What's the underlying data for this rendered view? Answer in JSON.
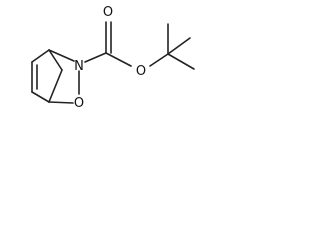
{
  "molecule": {
    "atoms": {
      "ring_nitrogen": "N",
      "ring_oxygen": "O",
      "carbonyl_oxygen": "O",
      "ester_oxygen": "O"
    }
  },
  "colors": {
    "bond": "#222222",
    "label": "#111111",
    "background": "#ffffff"
  }
}
